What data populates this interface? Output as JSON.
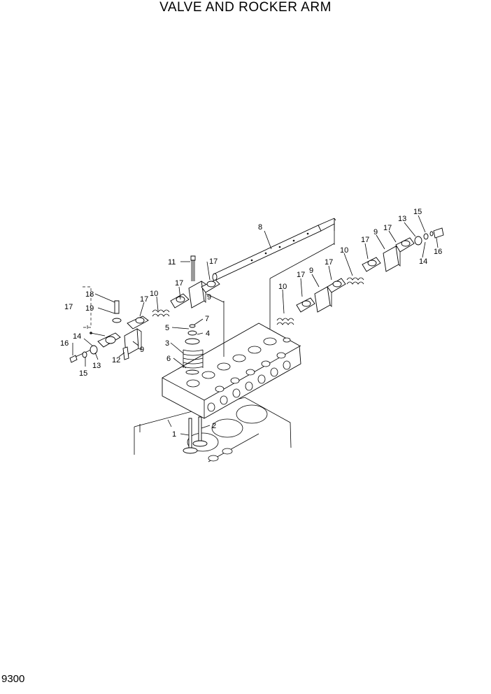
{
  "page": {
    "title": "VALVE AND ROCKER ARM",
    "code": "9300"
  },
  "callouts": {
    "c1": "1",
    "c2": "2",
    "c3": "3",
    "c4": "4",
    "c5": "5",
    "c6": "6",
    "c7": "7",
    "c8": "8",
    "c9a": "9",
    "c9b": "9",
    "c9c": "9",
    "c9d": "9",
    "c10a": "10",
    "c10b": "10",
    "c10c": "10",
    "c11": "11",
    "c12": "12",
    "c13a": "13",
    "c13b": "13",
    "c14a": "14",
    "c14b": "14",
    "c15a": "15",
    "c15b": "15",
    "c16a": "16",
    "c16b": "16",
    "c17a": "17",
    "c17b": "17",
    "c17c": "17",
    "c17d": "17",
    "c17e": "17",
    "c17f": "17",
    "c17g": "17",
    "c18": "18",
    "c19": "19"
  }
}
